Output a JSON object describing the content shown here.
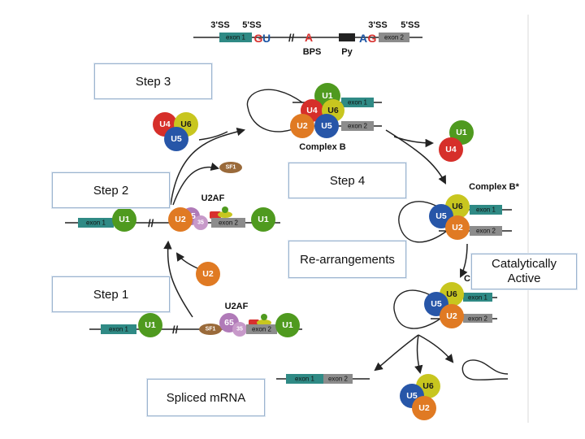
{
  "colors": {
    "U1": "#4f9a1f",
    "U2": "#e07a23",
    "U4": "#d62f2a",
    "U5": "#2756a8",
    "U6": "#c8c61f",
    "SF1": "#9a6a3a",
    "U2AF65": "#b07ab8",
    "U2AF35": "#c799c9",
    "exon1": "#2f8a85",
    "exon2": "#8c8c8c",
    "splice_red": "#d8302e",
    "GU_blue": "#1c55a5"
  },
  "header": {
    "ss3_left": "3'SS",
    "ss5_left": "5'SS",
    "exon1": "exon 1",
    "gu": "GU",
    "a": "A",
    "bps": "BPS",
    "py": "Py",
    "ag": "AG",
    "ss3_right": "3'SS",
    "ss5_right": "5'SS",
    "exon2": "exon 2"
  },
  "steps": {
    "step1": "Step 1",
    "step2": "Step 2",
    "step3": "Step 3",
    "step4": "Step 4",
    "rearrangements": "Re-arrangements",
    "catalytically": "Catalytically\nActive",
    "spliced_mrna": "Spliced mRNA"
  },
  "complexes": {
    "b": "Complex B",
    "bstar": "Complex B*",
    "c": "C"
  },
  "labels": {
    "u1": "U1",
    "u2": "U2",
    "u4": "U4",
    "u5": "U5",
    "u6": "U6",
    "sf1": "SF1",
    "u2af": "U2AF",
    "u2af65": "65",
    "u2af35": "35",
    "exon1": "exon 1",
    "exon2": "exon 2"
  }
}
